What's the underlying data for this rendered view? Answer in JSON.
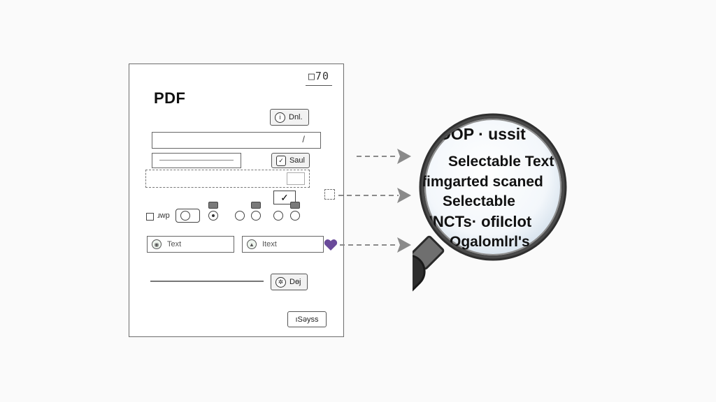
{
  "document": {
    "title": "PDF",
    "corner_label": "□70",
    "form": {
      "btn_top_label": "Dnl.",
      "field_text_glyph": "/",
      "btn_save_label": "Saul",
      "checkbox_label": "ɹwp",
      "textfield_1_label": "Text",
      "textfield_2_label": "Itext",
      "btn_bottom_label": "Dɵj",
      "btn_submit_label": "ıSəyss"
    }
  },
  "magnifier": {
    "lines": [
      "OOP · ussit",
      "Selectable Text",
      "fimgarted scaned",
      "Selectable",
      "UNCTs· ofiIclot",
      "Ogalomlrl's"
    ]
  },
  "colors": {
    "arrow": "#8a8a8a",
    "heart": "#6a4a9a",
    "lens_rim": "#3f3f3f",
    "handle": "#2e2e2e"
  },
  "icons": [
    "info-icon",
    "checkmark-icon",
    "camera-icon",
    "image-icon",
    "heart-icon",
    "magnifier-icon",
    "arrow-right-icon"
  ]
}
